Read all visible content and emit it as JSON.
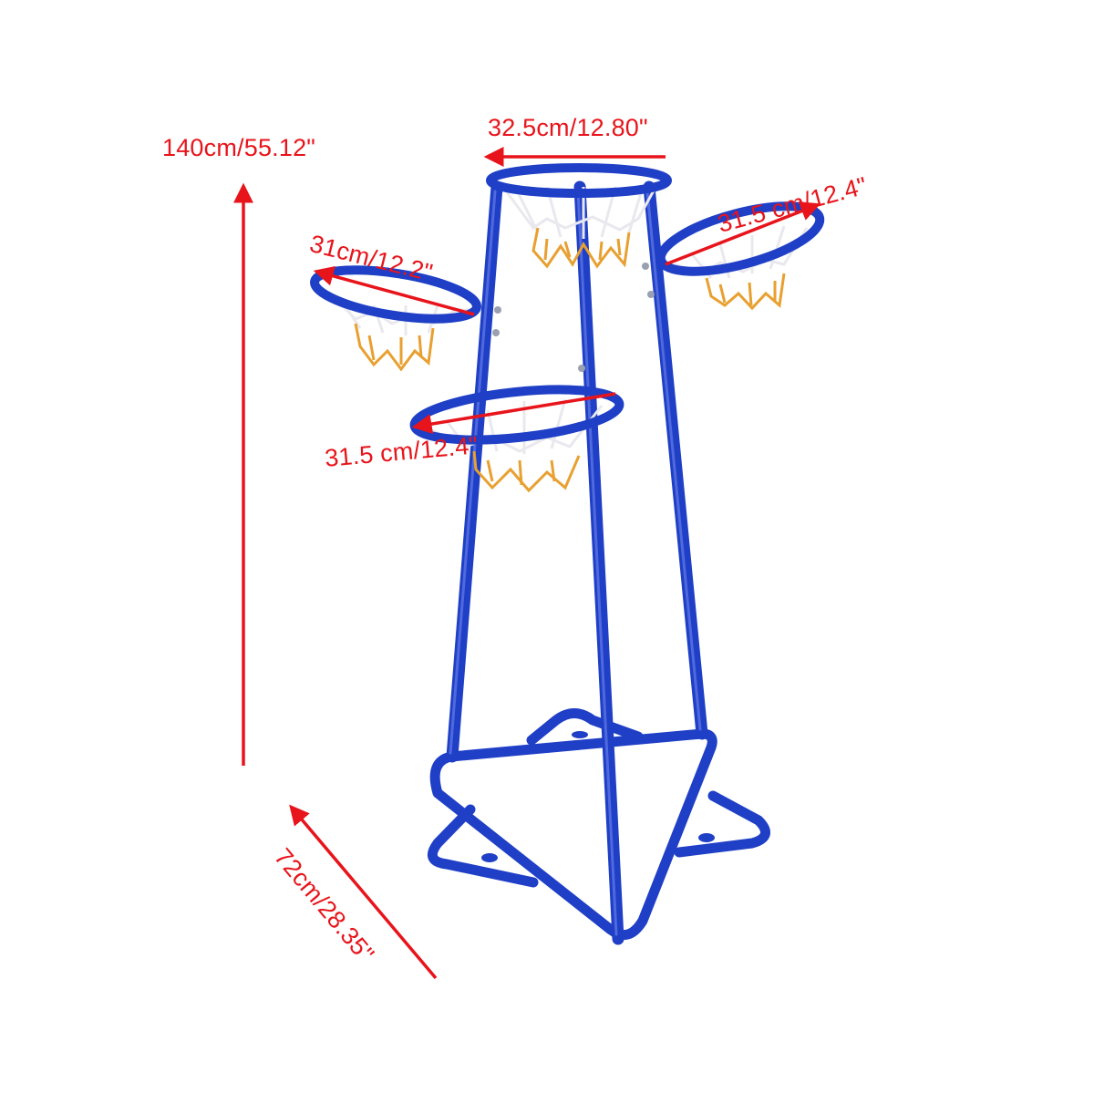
{
  "product": {
    "name": "Basketball hoop stand with four rims",
    "frame_color": "#1f3fc6",
    "net_upper_color": "#e8e8ee",
    "net_lower_color": "#e8a030"
  },
  "annotation_color": "#e8141b",
  "dimensions": {
    "height": "140cm/55.12\"",
    "top_rim": "32.5cm/12.80\"",
    "right_rim": "31.5 cm/12.4\"",
    "left_rim": "31cm/12.2\"",
    "front_rim": "31.5 cm/12.4\"",
    "base": "72cm/28.35\""
  }
}
